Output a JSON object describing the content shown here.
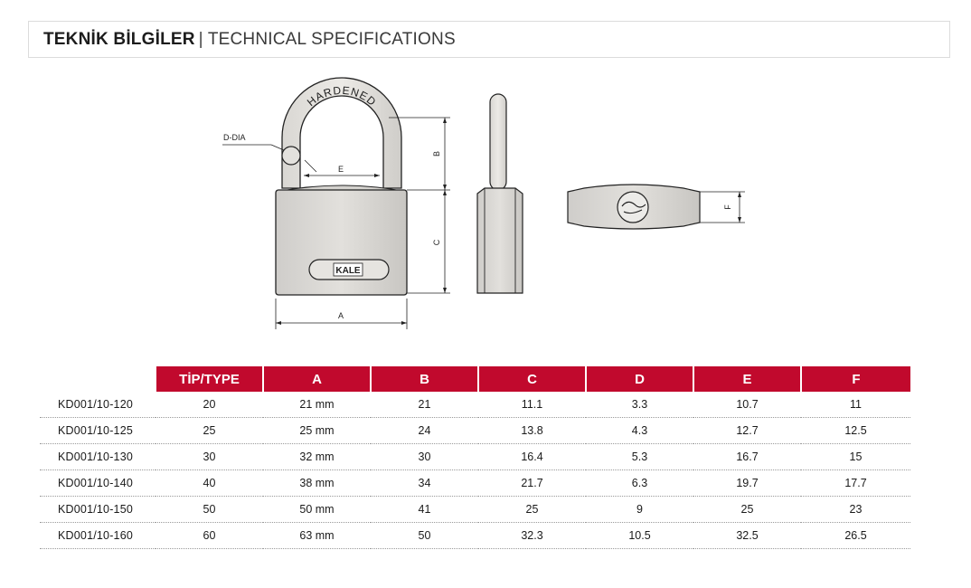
{
  "header": {
    "title_tr": "TEKNİK BİLGİLER",
    "separator": "|",
    "title_en": "TECHNICAL SPECIFICATIONS"
  },
  "diagram": {
    "label_d_dia": "D-DIA",
    "label_e": "E",
    "label_b": "B",
    "label_c": "C",
    "label_a": "A",
    "label_f": "F",
    "shackle_text": "HARDENED",
    "brand_text": "KALE"
  },
  "table": {
    "headers": [
      "TİP/TYPE",
      "A",
      "B",
      "C",
      "D",
      "E",
      "F"
    ],
    "rows": [
      {
        "model": "KD001/10-120",
        "type": "20",
        "a": "21 mm",
        "b": "21",
        "c": "11.1",
        "d": "3.3",
        "e": "10.7",
        "f": "11"
      },
      {
        "model": "KD001/10-125",
        "type": "25",
        "a": "25 mm",
        "b": "24",
        "c": "13.8",
        "d": "4.3",
        "e": "12.7",
        "f": "12.5"
      },
      {
        "model": "KD001/10-130",
        "type": "30",
        "a": "32 mm",
        "b": "30",
        "c": "16.4",
        "d": "5.3",
        "e": "16.7",
        "f": "15"
      },
      {
        "model": "KD001/10-140",
        "type": "40",
        "a": "38 mm",
        "b": "34",
        "c": "21.7",
        "d": "6.3",
        "e": "19.7",
        "f": "17.7"
      },
      {
        "model": "KD001/10-150",
        "type": "50",
        "a": "50 mm",
        "b": "41",
        "c": "25",
        "d": "9",
        "e": "25",
        "f": "23"
      },
      {
        "model": "KD001/10-160",
        "type": "60",
        "a": "63 mm",
        "b": "50",
        "c": "32.3",
        "d": "10.5",
        "e": "32.5",
        "f": "26.5"
      }
    ]
  }
}
